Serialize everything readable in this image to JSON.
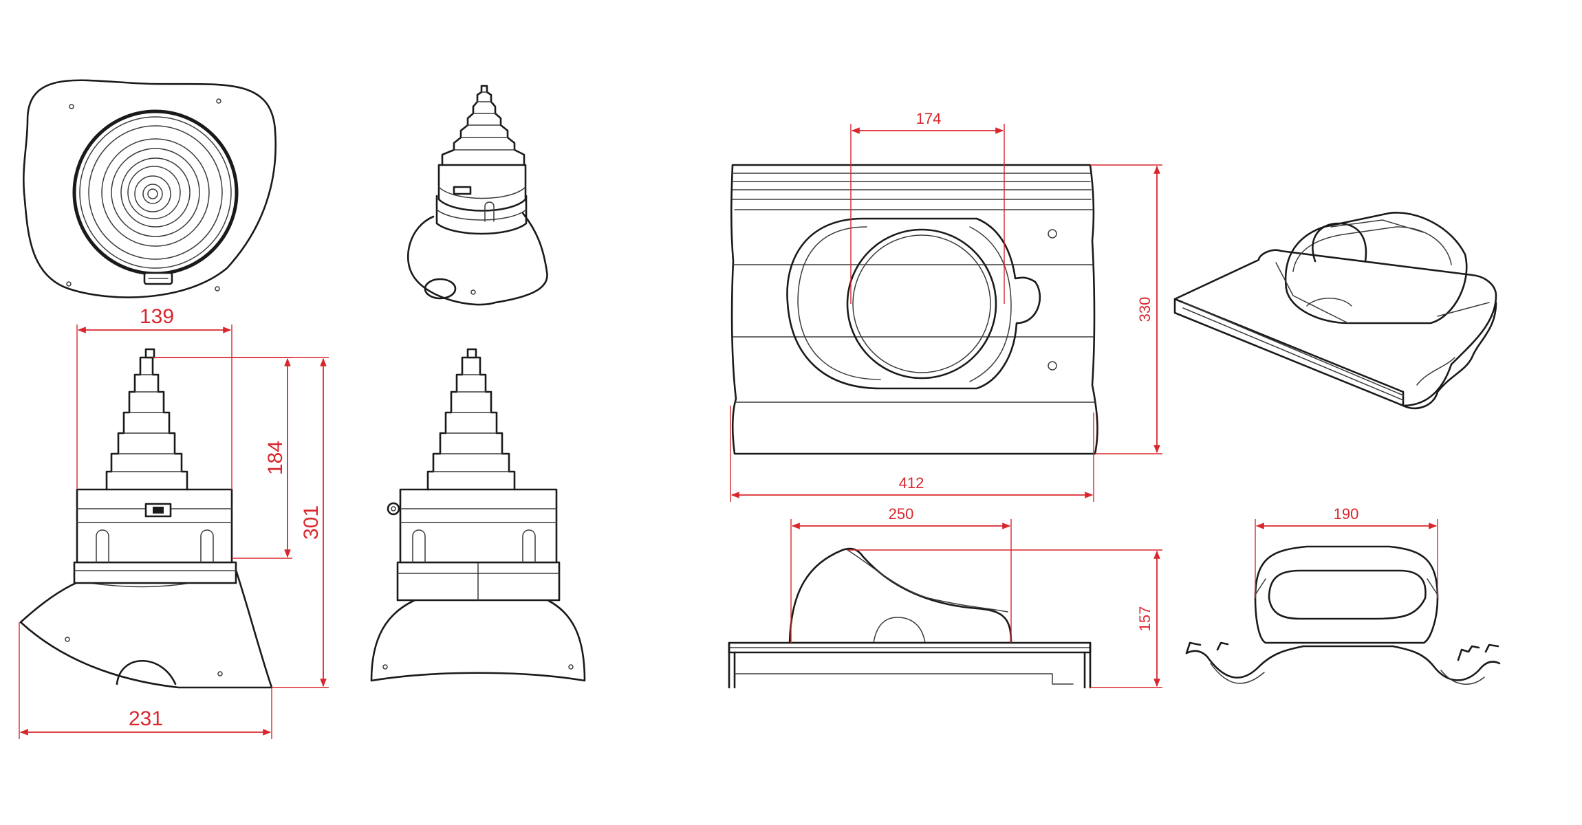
{
  "dimensions": {
    "d139": "139",
    "d184": "184",
    "d301": "301",
    "d231": "231",
    "d174": "174",
    "d330": "330",
    "d412": "412",
    "d250": "250",
    "d157": "157",
    "d190": "190"
  },
  "colors": {
    "dimension": "#d9262c",
    "outline": "#1a1a1a",
    "background": "#ffffff"
  }
}
